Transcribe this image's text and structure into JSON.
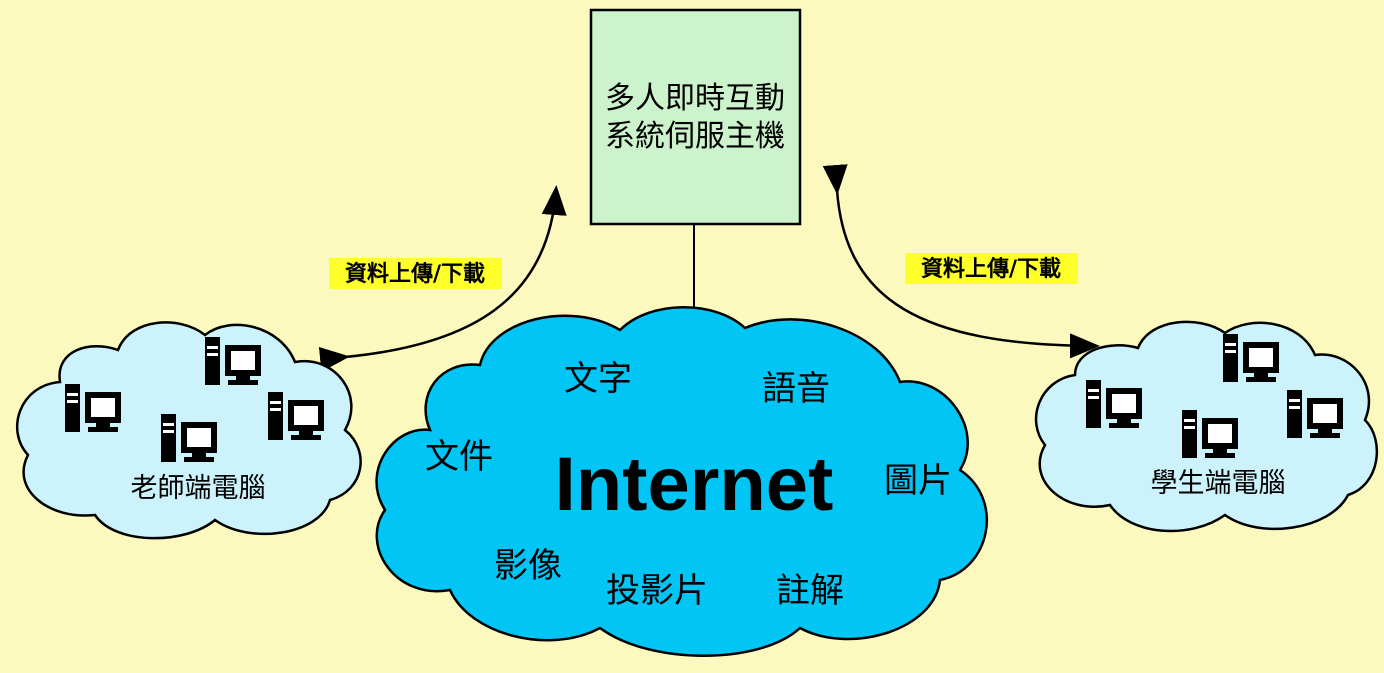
{
  "server": {
    "line1": "多人即時互動",
    "line2": "系統伺服主機",
    "fill": "#cdf3cd"
  },
  "edges": {
    "left_label": "資料上傳/下載",
    "right_label": "資料上傳/下載",
    "label_background": "#ffff2a"
  },
  "internet": {
    "title": "Internet",
    "fill": "#00c5f5",
    "items": {
      "text": "文字",
      "voice": "語音",
      "document": "文件",
      "picture": "圖片",
      "video": "影像",
      "slides": "投影片",
      "annotation": "註解"
    }
  },
  "teacher": {
    "label": "老師端電腦",
    "fill": "#ccf3fb"
  },
  "student": {
    "label": "學生端電腦",
    "fill": "#ccf3fb"
  },
  "page": {
    "background": "#fbf9bd"
  }
}
